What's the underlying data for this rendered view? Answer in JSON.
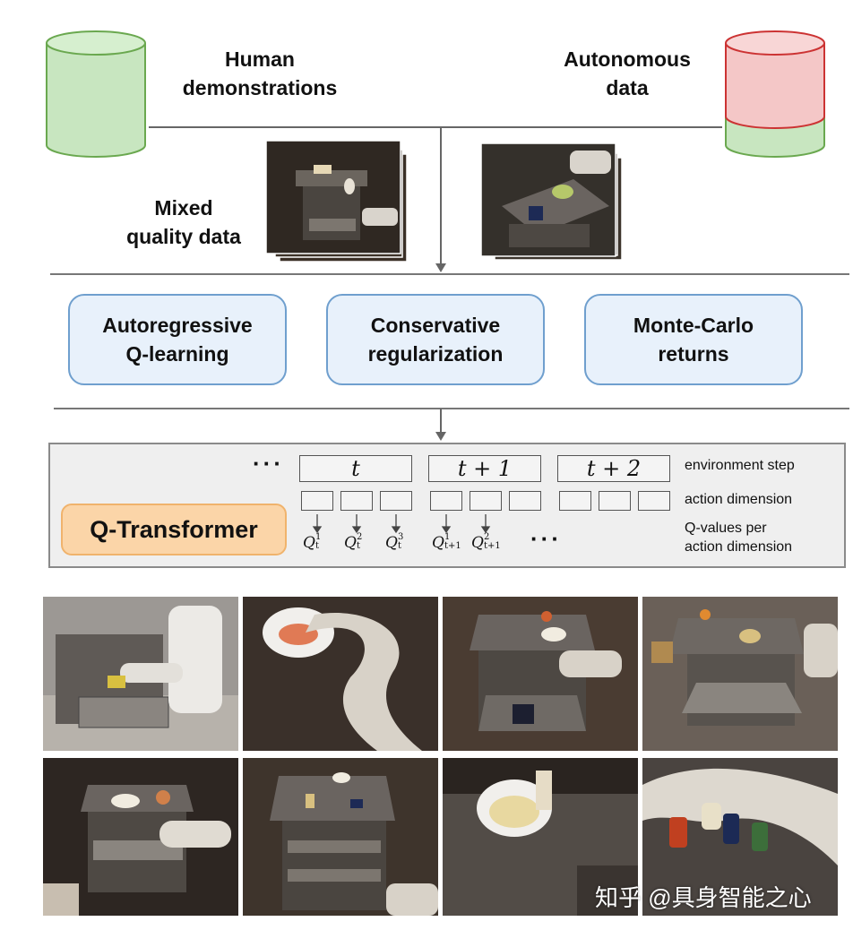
{
  "sources": {
    "human_label": [
      "Human",
      "demonstrations"
    ],
    "autonomous_label": [
      "Autonomous",
      "data"
    ],
    "mixed_label": [
      "Mixed",
      "quality data"
    ]
  },
  "modules": [
    {
      "line1": "Autoregressive",
      "line2": "Q-learning"
    },
    {
      "line1": "Conservative",
      "line2": "regularization"
    },
    {
      "line1": "Monte-Carlo",
      "line2": "returns"
    }
  ],
  "q_transformer": {
    "badge": "Q-Transformer",
    "steps": [
      "t",
      "t + 1",
      "t + 2"
    ],
    "leading_dots": "···",
    "trailing_dots": "···",
    "legend_env": "environment step",
    "legend_action": "action dimension",
    "legend_q_line1": "Q-values per",
    "legend_q_line2": "action dimension",
    "q_labels": [
      {
        "base": "Q",
        "sup": "1",
        "sub": "t"
      },
      {
        "base": "Q",
        "sup": "2",
        "sub": "t"
      },
      {
        "base": "Q",
        "sup": "3",
        "sub": "t"
      },
      {
        "base": "Q",
        "sup": "1",
        "sub": "t+1"
      },
      {
        "base": "Q",
        "sup": "2",
        "sub": "t+1"
      }
    ]
  },
  "colors": {
    "cyl_green": "#c8e6c0",
    "cyl_green_stroke": "#6aa84f",
    "cyl_red": "#f4c7c7",
    "cyl_red_stroke": "#cc3333",
    "module_fill": "#e8f1fb",
    "module_stroke": "#6f9fce",
    "badge_fill": "#fbd5a8"
  },
  "watermark": "知乎 @具身智能之心"
}
